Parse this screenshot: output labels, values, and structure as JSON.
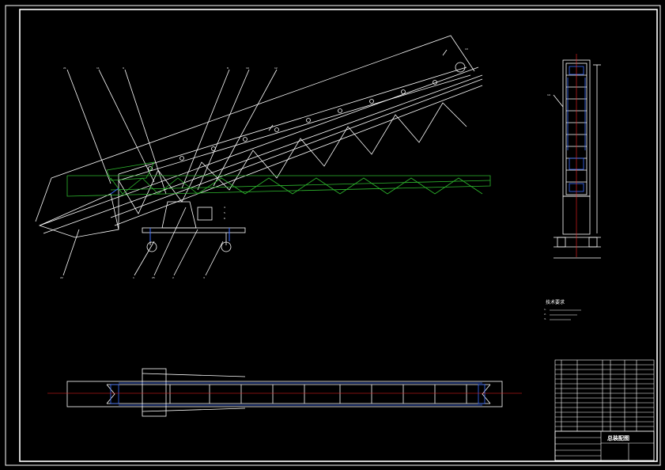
{
  "colors": {
    "background": "#000000",
    "line": "#ffffff",
    "green": "#2eb82e",
    "blue": "#3a6cff",
    "red": "#ff2020"
  },
  "notes": {
    "title": "技术要求",
    "lines": [
      "1. ",
      "2. ",
      "3. "
    ]
  },
  "title_block": {
    "drawing_name": "总装配图",
    "subtitle": "",
    "scale": ""
  }
}
